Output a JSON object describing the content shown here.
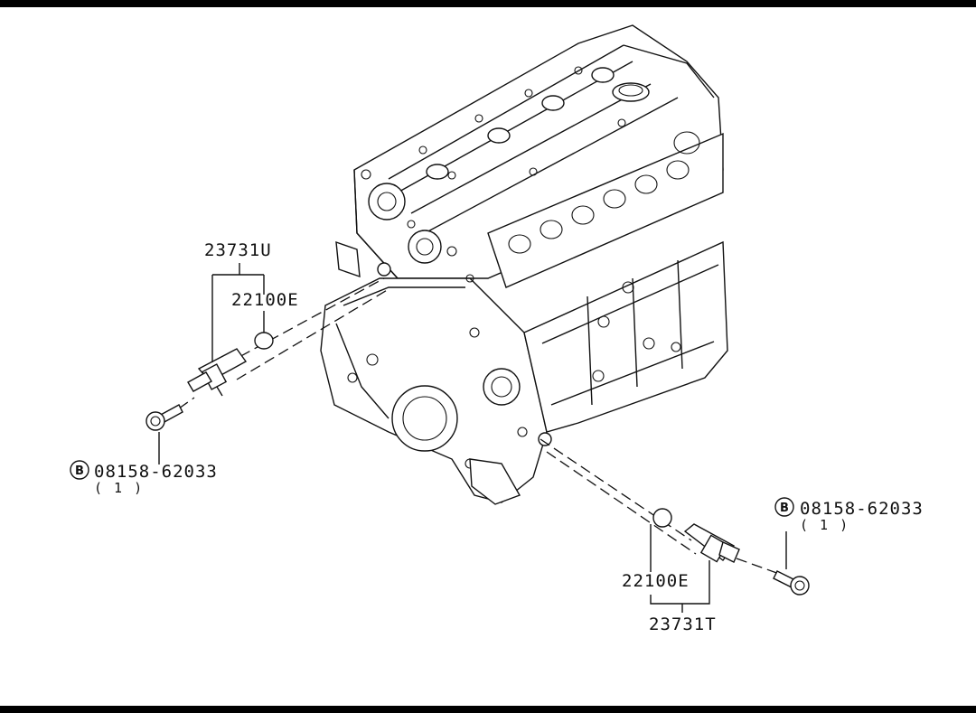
{
  "parts": {
    "sensor_upper": {
      "number": "23731U"
    },
    "oring_upper": {
      "number": "22100E"
    },
    "bolt_left": {
      "mark": "B",
      "number": "08158-62033",
      "qty": "( 1 )"
    },
    "bolt_right": {
      "mark": "B",
      "number": "08158-62033",
      "qty": "( 1 )"
    },
    "oring_lower": {
      "number": "22100E"
    },
    "sensor_lower": {
      "number": "23731T"
    }
  },
  "colors": {
    "ink": "#111111",
    "paper": "#ffffff",
    "frame": "#000000"
  }
}
